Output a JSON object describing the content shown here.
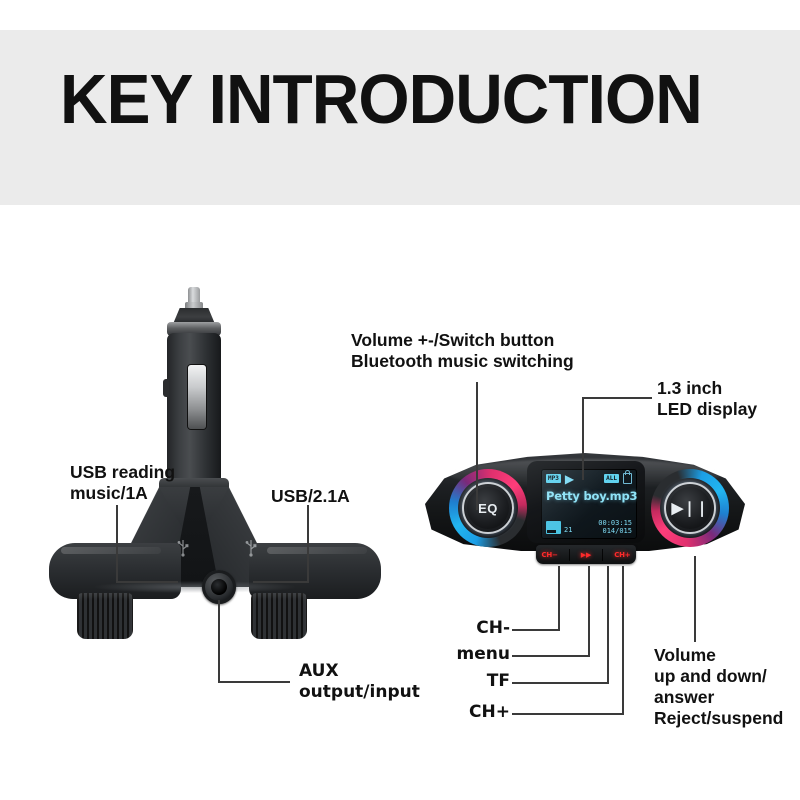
{
  "header": {
    "title": "KEY INTRODUCTION",
    "band_color": "#ebebeb"
  },
  "page": {
    "background": "#ffffff",
    "line_color": "#3a3a3a",
    "text_color": "#111111"
  },
  "callouts": {
    "usb_reading": "USB reading\nmusic/1A",
    "usb_21a": "USB/2.1A",
    "aux": "AUX\noutput/input",
    "volume_switch": "Volume +-/Switch button\nBluetooth music switching",
    "led_display": "1.3 inch\nLED display",
    "ch_minus": "CH-",
    "menu": "menu",
    "tf": "TF",
    "ch_plus": "CH+",
    "volume_updown": "Volume\nup and down/\nanswer\nReject/suspend"
  },
  "charger": {
    "usb_port_left_icon": "usb-icon",
    "usb_port_right_icon": "usb-icon",
    "aux_jack_icon": "aux-jack-icon"
  },
  "device": {
    "left_knob_label": "EQ",
    "right_knob_label": "▶❘❘",
    "accent_blue": "#1b9ee6",
    "accent_pink": "#ff3d7a",
    "lcd": {
      "mode_badge": "MP3",
      "play_icon": "▶",
      "repeat_badge": "ALL",
      "lock_icon": "lock-icon",
      "track_title": "Petty boy.mp3",
      "eq_icon": "eq-icon",
      "eq_value": "21",
      "elapsed_time": "00:03:15",
      "track_counter": "014/015",
      "text_color": "#8fe3f7"
    },
    "buttons": [
      {
        "label": "CH−"
      },
      {
        "label": "▶▶"
      },
      {
        "label": "CH+"
      }
    ]
  }
}
